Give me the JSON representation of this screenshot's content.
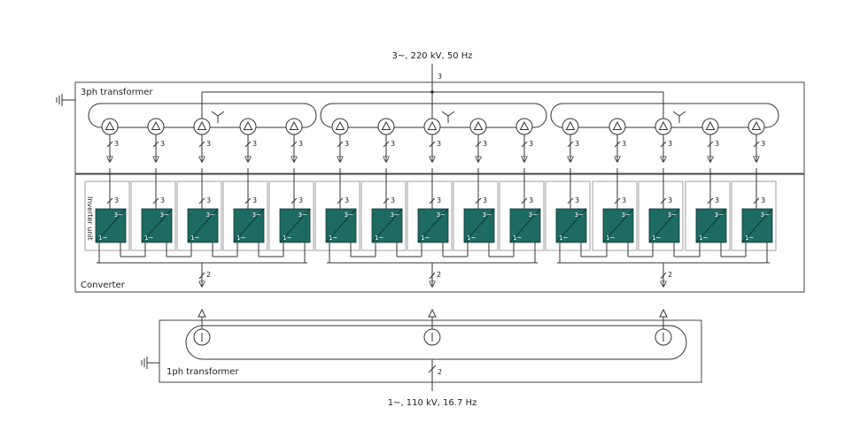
{
  "supply_top": {
    "label": "3~, 220 kV, 50 Hz",
    "conductors": "3"
  },
  "supply_bottom": {
    "label": "1~, 110 kV, 16.7 Hz",
    "conductors": "2"
  },
  "transformer_3ph": {
    "label": "3ph transformer",
    "secondary_conductors": "3"
  },
  "transformer_1ph": {
    "label": "1ph transformer"
  },
  "converter": {
    "label": "Converter",
    "output_conductors": "2",
    "input_conductors": "3"
  },
  "inverter_unit": {
    "label": "Inverter unit",
    "ac_side": "3~",
    "dc_side": "1~",
    "color": "#1d6b63"
  }
}
